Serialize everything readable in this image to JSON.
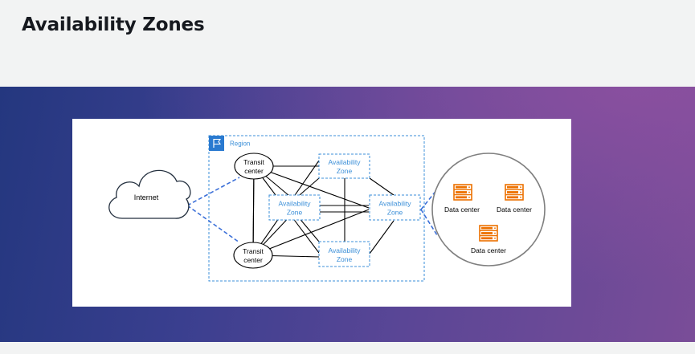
{
  "page": {
    "title": "Availability Zones"
  },
  "diagram": {
    "internet_label": "Internet",
    "region_label": "Region",
    "transit_top": [
      "Transit",
      "center"
    ],
    "transit_bottom": [
      "Transit",
      "center"
    ],
    "az_top": [
      "Availability",
      "Zone"
    ],
    "az_left": [
      "Availability",
      "Zone"
    ],
    "az_right": [
      "Availability",
      "Zone"
    ],
    "az_bottom": [
      "Availability",
      "Zone"
    ],
    "dc_1": "Data center",
    "dc_2": "Data center",
    "dc_3": "Data center",
    "colors": {
      "region_border": "#3b8fd8",
      "az_text": "#3b8fd8",
      "server_orange": "#ed7100",
      "lines": "#000000",
      "dashed_link": "#3b6fd8",
      "page_heading": "#16191f"
    }
  }
}
